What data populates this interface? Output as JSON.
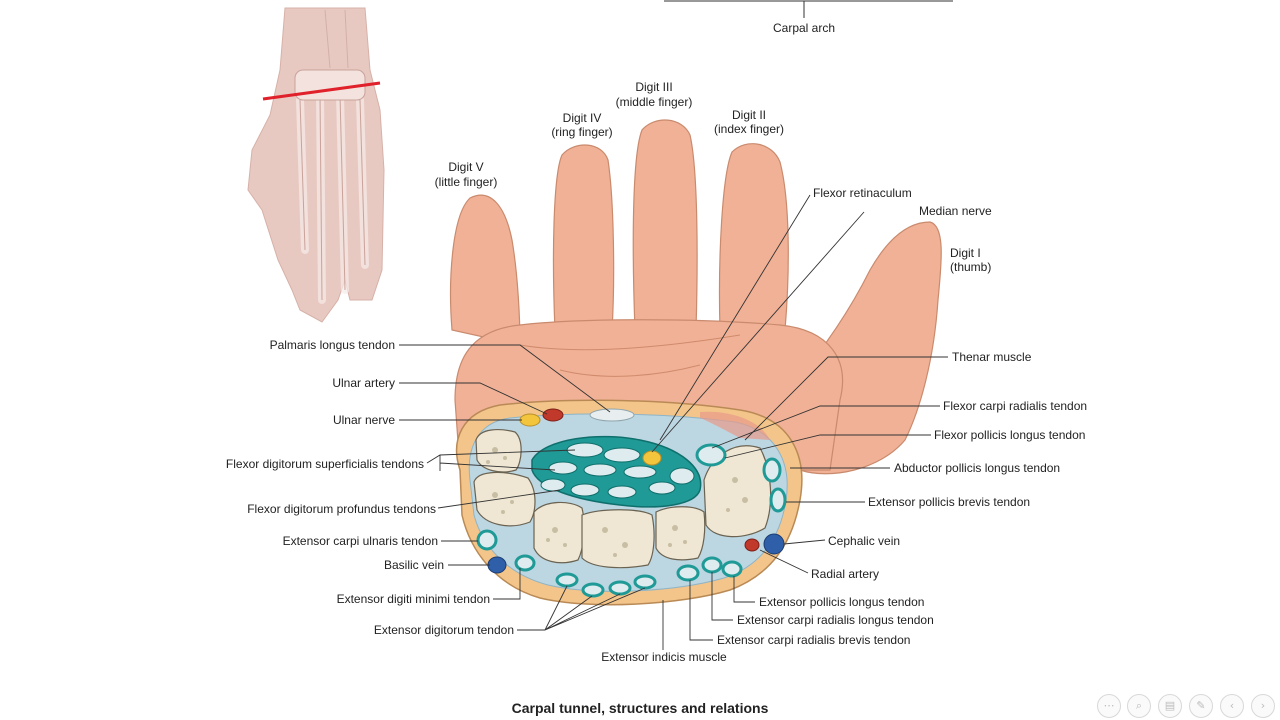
{
  "figure": {
    "caption": "Carpal tunnel, structures and relations",
    "labels": {
      "carpal_arch": "Carpal arch",
      "digit_iii": "Digit III",
      "digit_iii_sub": "(middle finger)",
      "digit_iv": "Digit IV",
      "digit_iv_sub": "(ring finger)",
      "digit_ii": "Digit II",
      "digit_ii_sub": "(index finger)",
      "digit_v": "Digit V",
      "digit_v_sub": "(little finger)",
      "digit_i": "Digit I",
      "digit_i_sub": "(thumb)",
      "flexor_retinaculum": "Flexor retinaculum",
      "median_nerve": "Median nerve",
      "palmaris_longus": "Palmaris longus tendon",
      "ulnar_artery": "Ulnar artery",
      "ulnar_nerve": "Ulnar nerve",
      "fds": "Flexor digitorum superficialis tendons",
      "fdp": "Flexor digitorum profundus tendons",
      "ecu": "Extensor carpi ulnaris tendon",
      "basilic_vein": "Basilic vein",
      "edm": "Extensor digiti minimi tendon",
      "ed": "Extensor digitorum tendon",
      "extensor_indicis": "Extensor indicis muscle",
      "thenar_muscle": "Thenar muscle",
      "fcr": "Flexor carpi radialis tendon",
      "fpl": "Flexor pollicis longus tendon",
      "apl": "Abductor pollicis longus tendon",
      "epb": "Extensor pollicis brevis tendon",
      "cephalic_vein": "Cephalic vein",
      "radial_artery": "Radial artery",
      "epl": "Extensor pollicis longus tendon",
      "ecrl": "Extensor carpi radialis longus tendon",
      "ecrb": "Extensor carpi radialis brevis tendon"
    }
  },
  "colors": {
    "skin": "#f1b196",
    "skin_shadow": "#d98f72",
    "tendon": "#1f9a96",
    "vein": "#2f5fa8",
    "artery": "#c0392b",
    "nerve": "#f2c53d",
    "bone": "#efe7d3",
    "cut_line": "#e0202a"
  },
  "controls": [
    "more-icon",
    "zoom-icon",
    "pages-icon",
    "pen-icon",
    "prev-icon",
    "next-icon"
  ]
}
